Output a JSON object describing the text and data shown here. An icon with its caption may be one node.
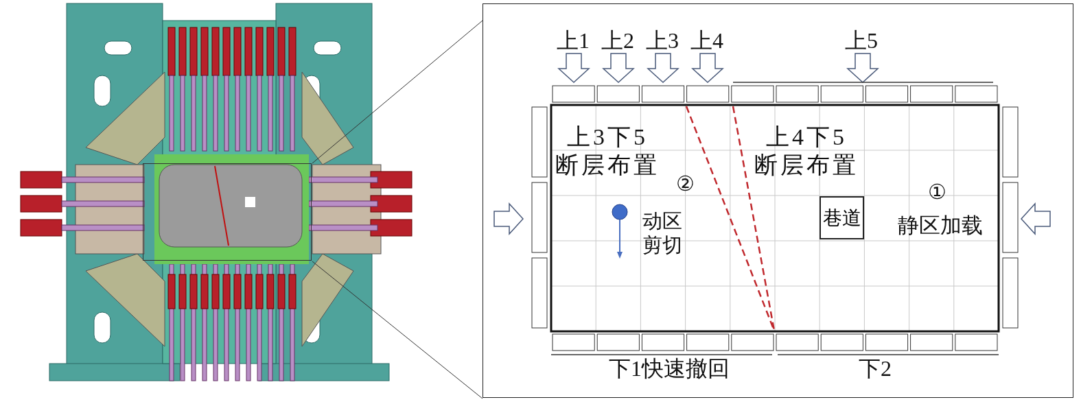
{
  "diagram": {
    "nodes": [
      {
        "text": [],
        "shape": "box"
      },
      {
        "text": [],
        "shape": "box"
      },
      {
        "text": [
          "巷道"
        ],
        "in": 1
      }
    ],
    "edges": [
      {
        "from": 0,
        "to": 1,
        "arrow": "none"
      },
      {
        "from": 0,
        "to": 1,
        "arrow": "none"
      }
    ],
    "labels": [
      "上1",
      "上2",
      "上3",
      "上4",
      "上5",
      "上3下5断层布置",
      "②",
      "上4下5断层布置",
      "①",
      "动区剪切",
      "静区加载",
      "下1快速撤回",
      "下2"
    ]
  }
}
